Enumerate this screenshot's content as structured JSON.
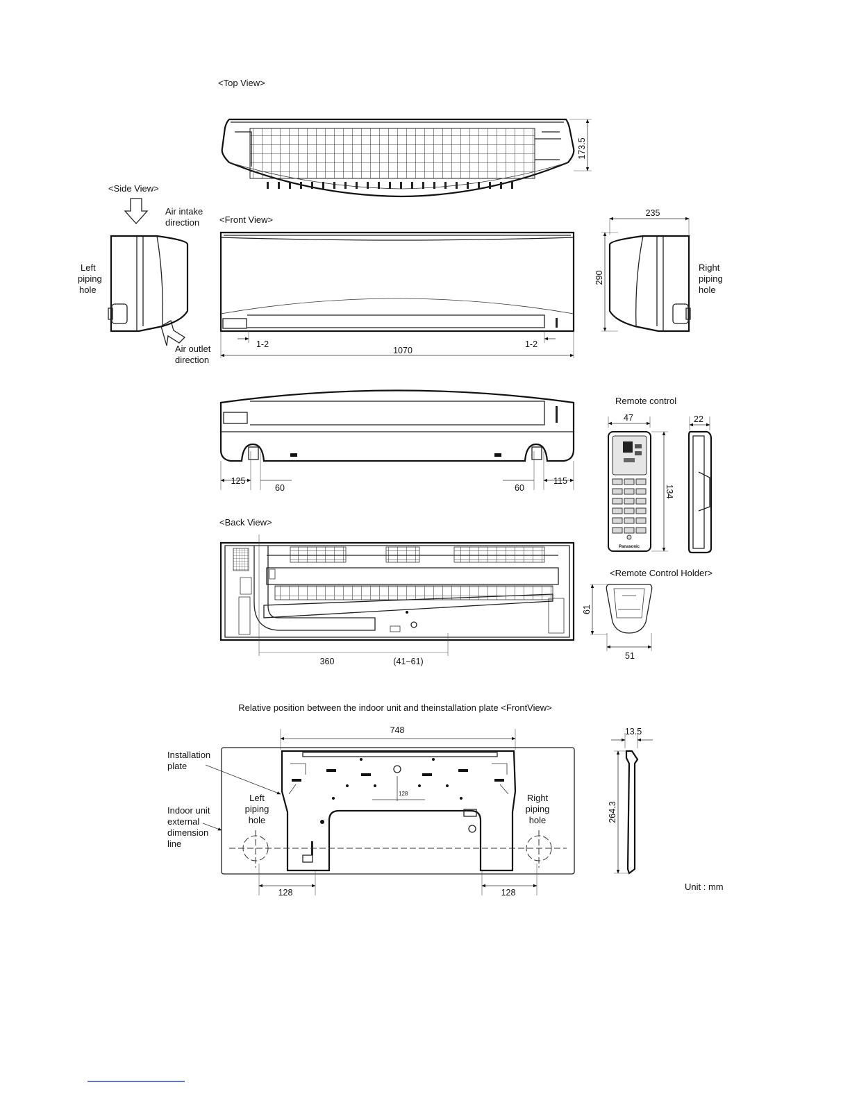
{
  "views": {
    "top": "<Top View>",
    "side": "<Side View>",
    "front": "<Front View>",
    "back": "<Back View>",
    "remote_holder": "<Remote Control Holder>",
    "remote_control": "Remote control"
  },
  "labels": {
    "air_intake_1": "Air intake",
    "air_intake_2": "direction",
    "air_outlet_1": "Air outlet",
    "air_outlet_2": "direction",
    "left_pipe_1": "Left",
    "left_pipe_2": "piping",
    "left_pipe_3": "hole",
    "right_pipe_1": "Right",
    "right_pipe_2": "piping",
    "right_pipe_3": "hole",
    "inst_plate_1": "Installation",
    "inst_plate_2": "plate",
    "indoor_1": "Indoor unit",
    "indoor_2": "external",
    "indoor_3": "dimension",
    "indoor_4": "line",
    "plate_left_1": "Left",
    "plate_left_2": "piping",
    "plate_left_3": "hole",
    "plate_right_1": "Right",
    "plate_right_2": "piping",
    "plate_right_3": "hole",
    "relative_title": "Relative position between the indoor unit and theinstallation plate <FrontView>",
    "unit": "Unit : mm",
    "brand": "Panasonic"
  },
  "dims": {
    "top_depth": "173.5",
    "side_depth": "235",
    "height": "290",
    "width": "1070",
    "gap_left": "1-2",
    "gap_right": "1-2",
    "bottom_left_offset": "125",
    "bottom_left_hole": "60",
    "bottom_right_hole": "60",
    "bottom_right_offset": "115",
    "back_360": "360",
    "back_range": "(41~61)",
    "remote_width": "47",
    "remote_thickness": "22",
    "remote_height": "134",
    "holder_height": "61",
    "holder_width": "51",
    "plate_width": "748",
    "plate_128_left": "128",
    "plate_128_right": "128",
    "plate_128_center": "128",
    "plate_depth": "13.5",
    "plate_height": "264.3"
  },
  "icons": {
    "intake": "down-arrow-icon",
    "outlet": "diagonal-arrow-icon"
  }
}
